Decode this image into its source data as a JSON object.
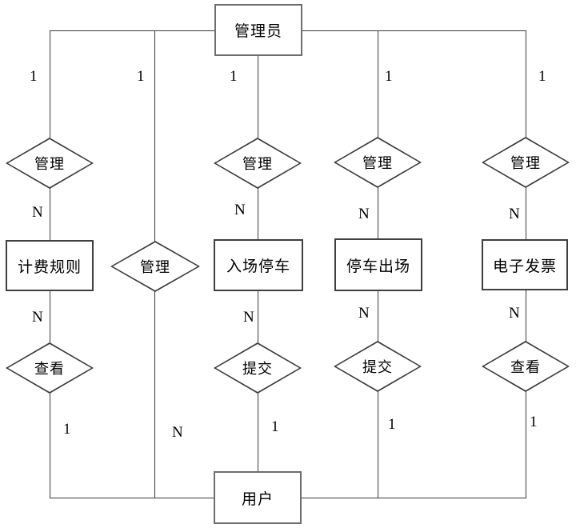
{
  "diagram": {
    "nodes": {
      "admin": "管理员",
      "user": "用户",
      "entities": [
        "计费规则",
        "入场停车",
        "停车出场",
        "电子发票"
      ]
    },
    "relationships": {
      "top_row": [
        "管理",
        "管理",
        "管理",
        "管理"
      ],
      "middle": "管理",
      "bottom_row": [
        "查看",
        "提交",
        "提交",
        "查看"
      ]
    },
    "cardinalities": {
      "top": [
        "1",
        "1",
        "1",
        "1",
        "1"
      ],
      "upper_n": [
        "N",
        "N",
        "N",
        "N"
      ],
      "lower_n": [
        "N",
        "N",
        "N",
        "N"
      ],
      "bottom": [
        "1",
        "N",
        "1",
        "1",
        "1"
      ]
    },
    "edges": [
      {
        "from": "管理员",
        "relationship": "管理",
        "to": "计费规则",
        "from_card": "1",
        "to_card": "N"
      },
      {
        "from": "管理员",
        "relationship": "管理",
        "to": "用户",
        "from_card": "1",
        "to_card": "N"
      },
      {
        "from": "管理员",
        "relationship": "管理",
        "to": "入场停车",
        "from_card": "1",
        "to_card": "N"
      },
      {
        "from": "管理员",
        "relationship": "管理",
        "to": "停车出场",
        "from_card": "1",
        "to_card": "N"
      },
      {
        "from": "管理员",
        "relationship": "管理",
        "to": "电子发票",
        "from_card": "1",
        "to_card": "N"
      },
      {
        "from": "计费规则",
        "relationship": "查看",
        "to": "用户",
        "from_card": "N",
        "to_card": "1"
      },
      {
        "from": "入场停车",
        "relationship": "提交",
        "to": "用户",
        "from_card": "N",
        "to_card": "1"
      },
      {
        "from": "停车出场",
        "relationship": "提交",
        "to": "用户",
        "from_card": "N",
        "to_card": "1"
      },
      {
        "from": "电子发票",
        "relationship": "查看",
        "to": "用户",
        "from_card": "N",
        "to_card": "1"
      }
    ],
    "colors": {
      "line": "#3a3a3a",
      "entity_border": "#6e6e6e",
      "box_border": "#3f3f3f",
      "background": "#ffffff",
      "text": "#000000"
    }
  }
}
